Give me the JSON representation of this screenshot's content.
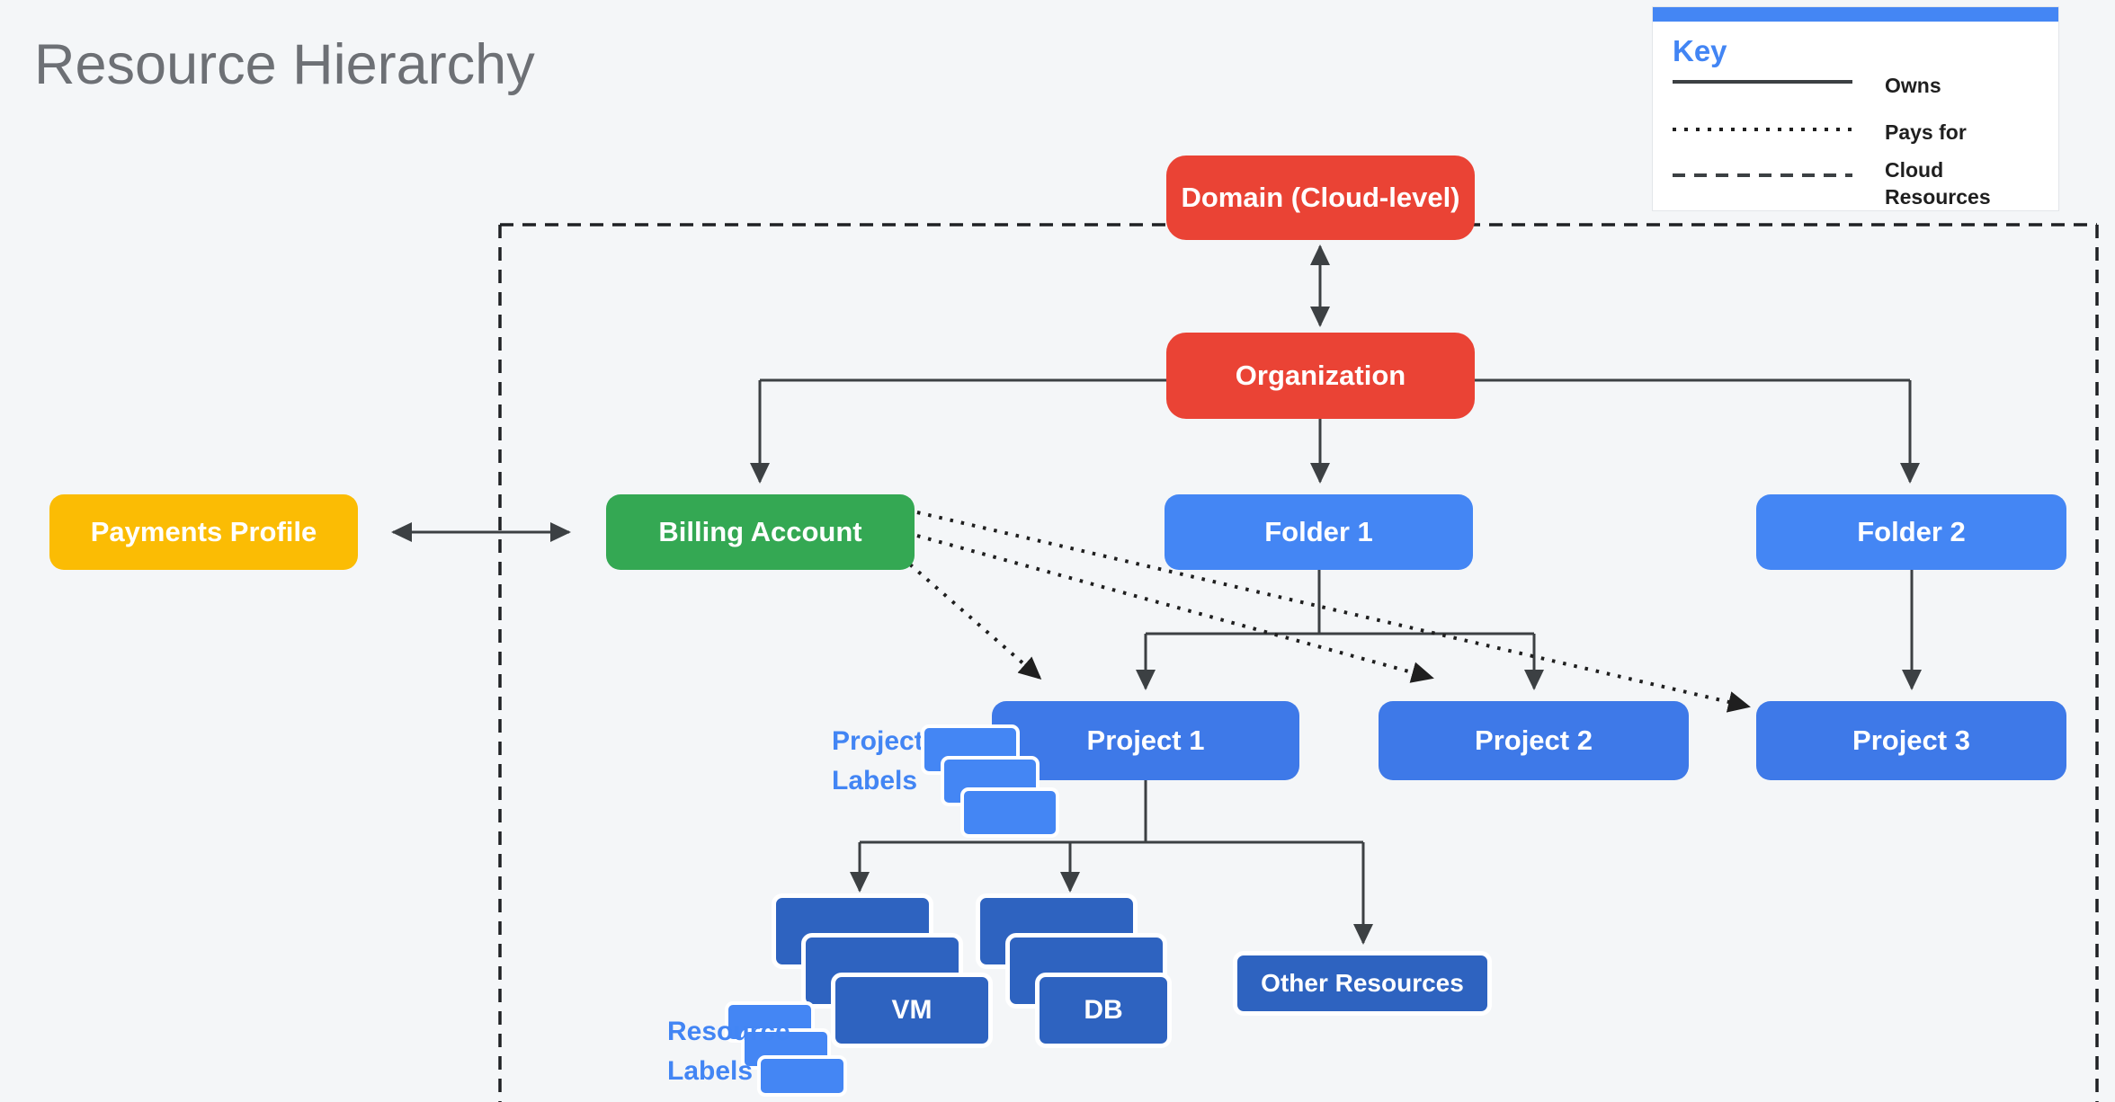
{
  "title": "Resource Hierarchy",
  "colors": {
    "background": "#F4F6F8",
    "red": "#EA4335",
    "yellow": "#FBBC04",
    "green": "#34A853",
    "folder_blue": "#4486F4",
    "project_blue": "#3E79E8",
    "resource_blue": "#2E63C0",
    "annotation_blue": "#4285F4",
    "line_dark": "#3C4043"
  },
  "legend": {
    "title": "Key",
    "items": [
      {
        "style": "solid",
        "label": "Owns"
      },
      {
        "style": "dotted",
        "label": "Pays for"
      },
      {
        "style": "dashed",
        "label": "Cloud Resources"
      }
    ]
  },
  "nodes": {
    "domain": {
      "label": "Domain (Cloud-level)"
    },
    "organization": {
      "label": "Organization"
    },
    "payments_profile": {
      "label": "Payments Profile"
    },
    "billing_account": {
      "label": "Billing Account"
    },
    "folder1": {
      "label": "Folder 1"
    },
    "folder2": {
      "label": "Folder 2"
    },
    "project1": {
      "label": "Project 1"
    },
    "project2": {
      "label": "Project 2"
    },
    "project3": {
      "label": "Project 3"
    },
    "vm": {
      "label": "VM"
    },
    "db": {
      "label": "DB"
    },
    "other_resources": {
      "label": "Other Resources"
    }
  },
  "annotations": {
    "project_labels": "Project Labels",
    "resource_labels": "Resource Labels"
  },
  "edges": [
    {
      "from": "domain",
      "to": "organization",
      "type": "owns",
      "bidirectional": true
    },
    {
      "from": "payments_profile",
      "to": "billing_account",
      "type": "owns",
      "bidirectional": true
    },
    {
      "from": "organization",
      "to": "billing_account",
      "type": "owns"
    },
    {
      "from": "organization",
      "to": "folder1",
      "type": "owns"
    },
    {
      "from": "organization",
      "to": "folder2",
      "type": "owns"
    },
    {
      "from": "folder1",
      "to": "project1",
      "type": "owns"
    },
    {
      "from": "folder1",
      "to": "project2",
      "type": "owns"
    },
    {
      "from": "folder2",
      "to": "project3",
      "type": "owns"
    },
    {
      "from": "project1",
      "to": "vm",
      "type": "owns"
    },
    {
      "from": "project1",
      "to": "db",
      "type": "owns"
    },
    {
      "from": "project1",
      "to": "other_resources",
      "type": "owns"
    },
    {
      "from": "billing_account",
      "to": "project1",
      "type": "pays_for"
    },
    {
      "from": "billing_account",
      "to": "project2",
      "type": "pays_for"
    },
    {
      "from": "billing_account",
      "to": "project3",
      "type": "pays_for"
    }
  ]
}
